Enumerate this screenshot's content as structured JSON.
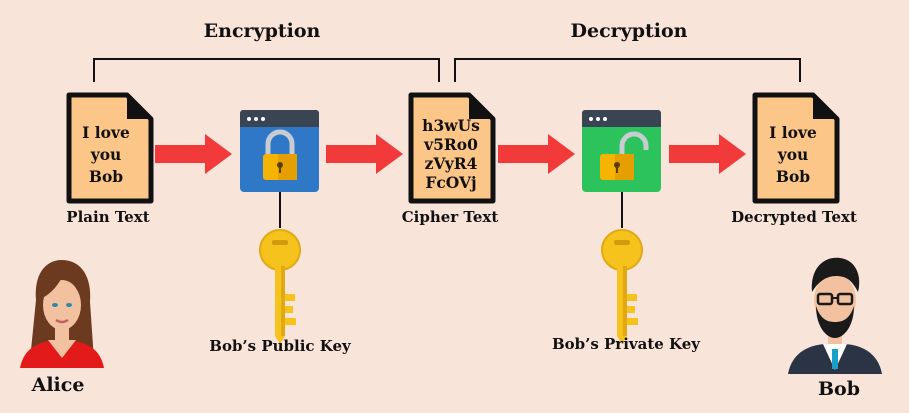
{
  "titles": {
    "encryption": "Encryption",
    "decryption": "Decryption"
  },
  "documents": {
    "plain": {
      "lines": [
        "I love",
        "you",
        "Bob"
      ],
      "caption": "Plain Text"
    },
    "cipher": {
      "lines": [
        "h3wUs",
        "v5Ro0",
        "zVyR4",
        "FcOVj"
      ],
      "caption": "Cipher Text"
    },
    "decrypted": {
      "lines": [
        "I love",
        "you",
        "Bob"
      ],
      "caption": "Decrypted Text"
    }
  },
  "keys": {
    "public": "Bob’s Public Key",
    "private": "Bob’s Private Key"
  },
  "people": {
    "alice": "Alice",
    "bob": "Bob"
  },
  "colors": {
    "background": "#f9e4d9",
    "document": "#fbc688",
    "arrow": "#f23a3a",
    "lock_window_blue": "#2e78c7",
    "lock_window_green": "#2cc35c",
    "window_bar": "#3a4553",
    "padlock": "#f4b400",
    "key": "#f6c21c"
  },
  "icons": {
    "plain_document": "document-icon",
    "cipher_document": "document-icon",
    "decrypted_document": "document-icon",
    "encrypt_lock": "locked-padlock-icon",
    "decrypt_lock": "unlocked-padlock-icon",
    "public_key": "key-icon",
    "private_key": "key-icon",
    "alice": "woman-avatar-icon",
    "bob": "man-avatar-icon"
  }
}
